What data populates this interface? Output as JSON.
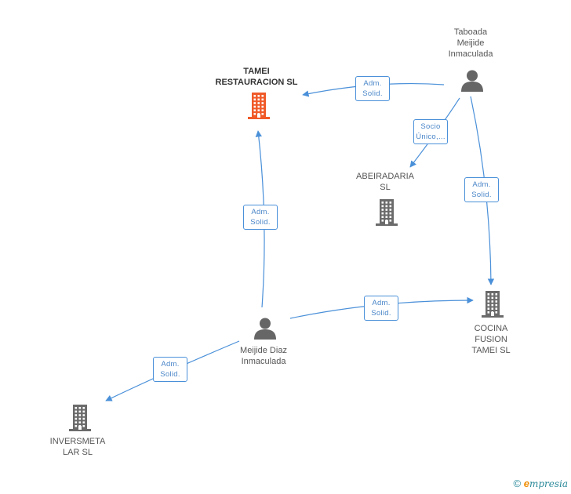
{
  "colors": {
    "edge": "#4a90d9",
    "person": "#666666",
    "company": "#6b6b6b",
    "main_company": "#f05a28"
  },
  "nodes": [
    {
      "id": "tamei",
      "type": "company",
      "main": true,
      "label": "TAMEI\nRESTAURACION SL"
    },
    {
      "id": "taboada",
      "type": "person",
      "main": false,
      "label": "Taboada\nMeijide\nInmaculada"
    },
    {
      "id": "abeira",
      "type": "company",
      "main": false,
      "label": "ABEIRADARIA\nSL"
    },
    {
      "id": "cocina",
      "type": "company",
      "main": false,
      "label": "COCINA\nFUSION\nTAMEI SL"
    },
    {
      "id": "meijide",
      "type": "person",
      "main": false,
      "label": "Meijide Diaz\nInmaculada"
    },
    {
      "id": "invers",
      "type": "company",
      "main": false,
      "label": "INVERSMETA\nLAR SL"
    }
  ],
  "edges": [
    {
      "from": "taboada",
      "to": "tamei",
      "label": "Adm.\nSolid."
    },
    {
      "from": "taboada",
      "to": "abeira",
      "label": "Socio\nÚnico,..."
    },
    {
      "from": "taboada",
      "to": "cocina",
      "label": "Adm.\nSolid."
    },
    {
      "from": "meijide",
      "to": "tamei",
      "label": "Adm.\nSolid."
    },
    {
      "from": "meijide",
      "to": "cocina",
      "label": "Adm.\nSolid."
    },
    {
      "from": "meijide",
      "to": "invers",
      "label": "Adm.\nSolid."
    }
  ],
  "footer": {
    "copyright": "©",
    "brand_initial": "e",
    "brand_rest": "mpresia"
  }
}
